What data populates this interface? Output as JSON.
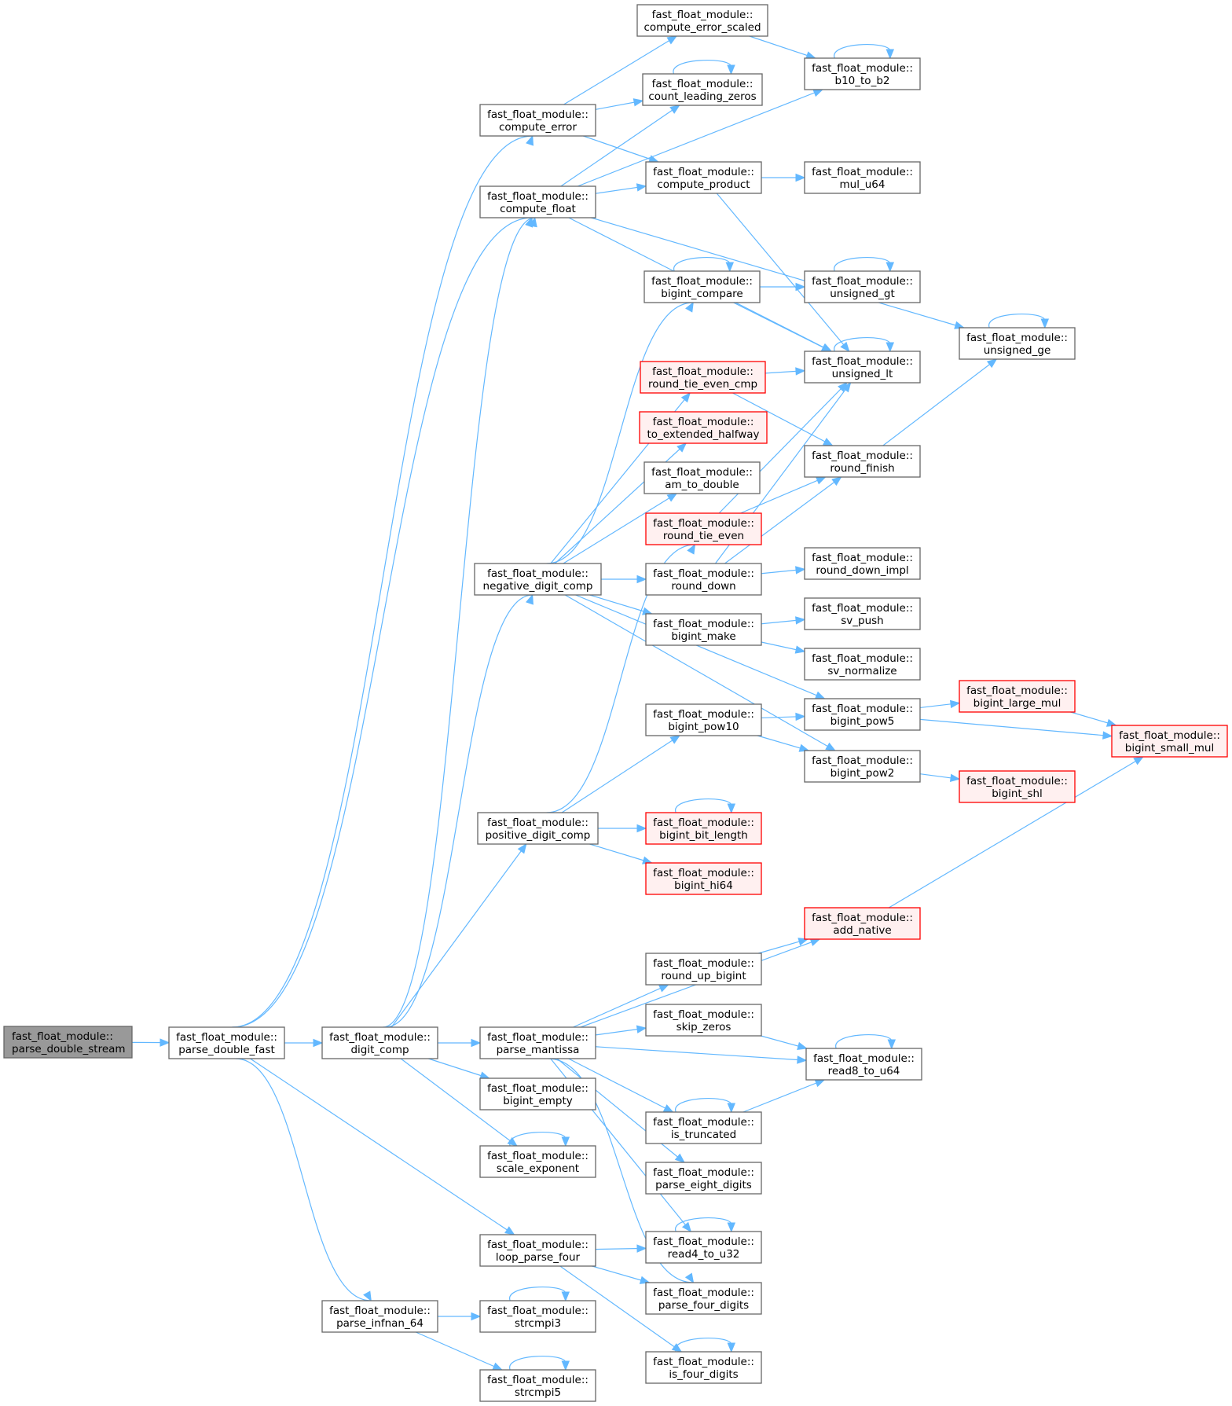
{
  "diagram": {
    "type": "call-graph",
    "colors": {
      "edge": "#63b8ff",
      "normal_fill": "#ffffff",
      "normal_border": "#666666",
      "root_fill": "#999999",
      "root_border": "#666666",
      "truncated_fill": "#fff0f0",
      "truncated_border": "#ff0000"
    },
    "nodes": [
      {
        "id": "parse_double_stream",
        "ns": "fast_float_module::",
        "name": "parse_double_stream",
        "style": "root"
      },
      {
        "id": "parse_double_fast",
        "ns": "fast_float_module::",
        "name": "parse_double_fast",
        "style": "normal"
      },
      {
        "id": "compute_error",
        "ns": "fast_float_module::",
        "name": "compute_error",
        "style": "normal"
      },
      {
        "id": "compute_float",
        "ns": "fast_float_module::",
        "name": "compute_float",
        "style": "normal"
      },
      {
        "id": "digit_comp",
        "ns": "fast_float_module::",
        "name": "digit_comp",
        "style": "normal"
      },
      {
        "id": "loop_parse_four",
        "ns": "fast_float_module::",
        "name": "loop_parse_four",
        "style": "normal"
      },
      {
        "id": "parse_infnan_64",
        "ns": "fast_float_module::",
        "name": "parse_infnan_64",
        "style": "normal"
      },
      {
        "id": "negative_digit_comp",
        "ns": "fast_float_module::",
        "name": "negative_digit_comp",
        "style": "normal"
      },
      {
        "id": "positive_digit_comp",
        "ns": "fast_float_module::",
        "name": "positive_digit_comp",
        "style": "normal"
      },
      {
        "id": "parse_mantissa",
        "ns": "fast_float_module::",
        "name": "parse_mantissa",
        "style": "normal"
      },
      {
        "id": "bigint_empty",
        "ns": "fast_float_module::",
        "name": "bigint_empty",
        "style": "normal"
      },
      {
        "id": "scale_exponent",
        "ns": "fast_float_module::",
        "name": "scale_exponent",
        "style": "normal"
      },
      {
        "id": "strcmpi3",
        "ns": "fast_float_module::",
        "name": "strcmpi3",
        "style": "normal"
      },
      {
        "id": "strcmpi5",
        "ns": "fast_float_module::",
        "name": "strcmpi5",
        "style": "normal"
      },
      {
        "id": "compute_error_scaled",
        "ns": "fast_float_module::",
        "name": "compute_error_scaled",
        "style": "normal"
      },
      {
        "id": "count_leading_zeros",
        "ns": "fast_float_module::",
        "name": "count_leading_zeros",
        "style": "normal"
      },
      {
        "id": "compute_product",
        "ns": "fast_float_module::",
        "name": "compute_product",
        "style": "normal"
      },
      {
        "id": "bigint_compare",
        "ns": "fast_float_module::",
        "name": "bigint_compare",
        "style": "normal"
      },
      {
        "id": "round_tie_even_cmp",
        "ns": "fast_float_module::",
        "name": "round_tie_even_cmp",
        "style": "truncated"
      },
      {
        "id": "to_extended_halfway",
        "ns": "fast_float_module::",
        "name": "to_extended_halfway",
        "style": "truncated"
      },
      {
        "id": "am_to_double",
        "ns": "fast_float_module::",
        "name": "am_to_double",
        "style": "normal"
      },
      {
        "id": "round_tie_even",
        "ns": "fast_float_module::",
        "name": "round_tie_even",
        "style": "truncated"
      },
      {
        "id": "round_down",
        "ns": "fast_float_module::",
        "name": "round_down",
        "style": "normal"
      },
      {
        "id": "bigint_make",
        "ns": "fast_float_module::",
        "name": "bigint_make",
        "style": "normal"
      },
      {
        "id": "bigint_pow10",
        "ns": "fast_float_module::",
        "name": "bigint_pow10",
        "style": "normal"
      },
      {
        "id": "bigint_bit_length",
        "ns": "fast_float_module::",
        "name": "bigint_bit_length",
        "style": "truncated"
      },
      {
        "id": "bigint_hi64",
        "ns": "fast_float_module::",
        "name": "bigint_hi64",
        "style": "truncated"
      },
      {
        "id": "round_up_bigint",
        "ns": "fast_float_module::",
        "name": "round_up_bigint",
        "style": "normal"
      },
      {
        "id": "skip_zeros",
        "ns": "fast_float_module::",
        "name": "skip_zeros",
        "style": "normal"
      },
      {
        "id": "is_truncated",
        "ns": "fast_float_module::",
        "name": "is_truncated",
        "style": "normal"
      },
      {
        "id": "parse_eight_digits",
        "ns": "fast_float_module::",
        "name": "parse_eight_digits",
        "style": "normal"
      },
      {
        "id": "read4_to_u32",
        "ns": "fast_float_module::",
        "name": "read4_to_u32",
        "style": "normal"
      },
      {
        "id": "parse_four_digits",
        "ns": "fast_float_module::",
        "name": "parse_four_digits",
        "style": "normal"
      },
      {
        "id": "is_four_digits",
        "ns": "fast_float_module::",
        "name": "is_four_digits",
        "style": "normal"
      },
      {
        "id": "b10_to_b2",
        "ns": "fast_float_module::",
        "name": "b10_to_b2",
        "style": "normal"
      },
      {
        "id": "mul_u64",
        "ns": "fast_float_module::",
        "name": "mul_u64",
        "style": "normal"
      },
      {
        "id": "unsigned_gt",
        "ns": "fast_float_module::",
        "name": "unsigned_gt",
        "style": "normal"
      },
      {
        "id": "unsigned_lt",
        "ns": "fast_float_module::",
        "name": "unsigned_lt",
        "style": "normal"
      },
      {
        "id": "round_finish",
        "ns": "fast_float_module::",
        "name": "round_finish",
        "style": "normal"
      },
      {
        "id": "round_down_impl",
        "ns": "fast_float_module::",
        "name": "round_down_impl",
        "style": "normal"
      },
      {
        "id": "sv_push",
        "ns": "fast_float_module::",
        "name": "sv_push",
        "style": "normal"
      },
      {
        "id": "sv_normalize",
        "ns": "fast_float_module::",
        "name": "sv_normalize",
        "style": "normal"
      },
      {
        "id": "bigint_pow5",
        "ns": "fast_float_module::",
        "name": "bigint_pow5",
        "style": "normal"
      },
      {
        "id": "bigint_pow2",
        "ns": "fast_float_module::",
        "name": "bigint_pow2",
        "style": "normal"
      },
      {
        "id": "add_native",
        "ns": "fast_float_module::",
        "name": "add_native",
        "style": "truncated"
      },
      {
        "id": "read8_to_u64",
        "ns": "fast_float_module::",
        "name": "read8_to_u64",
        "style": "normal"
      },
      {
        "id": "unsigned_ge",
        "ns": "fast_float_module::",
        "name": "unsigned_ge",
        "style": "normal"
      },
      {
        "id": "bigint_large_mul",
        "ns": "fast_float_module::",
        "name": "bigint_large_mul",
        "style": "truncated"
      },
      {
        "id": "bigint_shl",
        "ns": "fast_float_module::",
        "name": "bigint_shl",
        "style": "truncated"
      },
      {
        "id": "bigint_small_mul",
        "ns": "fast_float_module::",
        "name": "bigint_small_mul",
        "style": "truncated"
      }
    ],
    "edges": [
      [
        "parse_double_stream",
        "parse_double_fast"
      ],
      [
        "parse_double_fast",
        "compute_error"
      ],
      [
        "parse_double_fast",
        "compute_float"
      ],
      [
        "parse_double_fast",
        "digit_comp"
      ],
      [
        "parse_double_fast",
        "loop_parse_four"
      ],
      [
        "parse_double_fast",
        "parse_infnan_64"
      ],
      [
        "compute_error",
        "compute_error_scaled"
      ],
      [
        "compute_error",
        "count_leading_zeros"
      ],
      [
        "compute_error",
        "compute_product"
      ],
      [
        "compute_error_scaled",
        "b10_to_b2"
      ],
      [
        "compute_float",
        "count_leading_zeros"
      ],
      [
        "compute_float",
        "b10_to_b2"
      ],
      [
        "compute_float",
        "compute_product"
      ],
      [
        "compute_float",
        "unsigned_ge"
      ],
      [
        "compute_float",
        "unsigned_lt"
      ],
      [
        "compute_product",
        "mul_u64"
      ],
      [
        "compute_product",
        "unsigned_lt"
      ],
      [
        "digit_comp",
        "compute_float"
      ],
      [
        "digit_comp",
        "negative_digit_comp"
      ],
      [
        "digit_comp",
        "positive_digit_comp"
      ],
      [
        "digit_comp",
        "parse_mantissa"
      ],
      [
        "digit_comp",
        "bigint_empty"
      ],
      [
        "digit_comp",
        "scale_exponent"
      ],
      [
        "negative_digit_comp",
        "bigint_compare"
      ],
      [
        "negative_digit_comp",
        "round_tie_even_cmp"
      ],
      [
        "negative_digit_comp",
        "to_extended_halfway"
      ],
      [
        "negative_digit_comp",
        "am_to_double"
      ],
      [
        "negative_digit_comp",
        "round_down"
      ],
      [
        "negative_digit_comp",
        "bigint_make"
      ],
      [
        "negative_digit_comp",
        "bigint_pow5"
      ],
      [
        "negative_digit_comp",
        "bigint_pow2"
      ],
      [
        "bigint_compare",
        "unsigned_gt"
      ],
      [
        "bigint_compare",
        "unsigned_lt"
      ],
      [
        "round_tie_even_cmp",
        "unsigned_lt"
      ],
      [
        "round_tie_even_cmp",
        "round_finish"
      ],
      [
        "round_tie_even",
        "unsigned_lt"
      ],
      [
        "round_tie_even",
        "round_finish"
      ],
      [
        "round_down",
        "unsigned_lt"
      ],
      [
        "round_down",
        "round_finish"
      ],
      [
        "round_down",
        "round_down_impl"
      ],
      [
        "round_finish",
        "unsigned_ge"
      ],
      [
        "bigint_make",
        "sv_push"
      ],
      [
        "bigint_make",
        "sv_normalize"
      ],
      [
        "positive_digit_comp",
        "round_tie_even"
      ],
      [
        "positive_digit_comp",
        "bigint_pow10"
      ],
      [
        "positive_digit_comp",
        "bigint_bit_length"
      ],
      [
        "positive_digit_comp",
        "bigint_hi64"
      ],
      [
        "bigint_pow10",
        "bigint_pow5"
      ],
      [
        "bigint_pow10",
        "bigint_pow2"
      ],
      [
        "bigint_pow5",
        "bigint_large_mul"
      ],
      [
        "bigint_pow5",
        "bigint_small_mul"
      ],
      [
        "bigint_large_mul",
        "bigint_small_mul"
      ],
      [
        "bigint_pow2",
        "bigint_shl"
      ],
      [
        "add_native",
        "bigint_small_mul"
      ],
      [
        "parse_mantissa",
        "add_native"
      ],
      [
        "parse_mantissa",
        "round_up_bigint"
      ],
      [
        "parse_mantissa",
        "skip_zeros"
      ],
      [
        "parse_mantissa",
        "read8_to_u64"
      ],
      [
        "parse_mantissa",
        "is_truncated"
      ],
      [
        "parse_mantissa",
        "parse_eight_digits"
      ],
      [
        "parse_mantissa",
        "read4_to_u32"
      ],
      [
        "parse_mantissa",
        "parse_four_digits"
      ],
      [
        "round_up_bigint",
        "add_native"
      ],
      [
        "skip_zeros",
        "read8_to_u64"
      ],
      [
        "is_truncated",
        "read8_to_u64"
      ],
      [
        "loop_parse_four",
        "read4_to_u32"
      ],
      [
        "loop_parse_four",
        "parse_four_digits"
      ],
      [
        "loop_parse_four",
        "is_four_digits"
      ],
      [
        "parse_infnan_64",
        "strcmpi3"
      ],
      [
        "parse_infnan_64",
        "strcmpi5"
      ]
    ],
    "self_loops": [
      "count_leading_zeros",
      "b10_to_b2",
      "bigint_compare",
      "unsigned_gt",
      "unsigned_lt",
      "unsigned_ge",
      "bigint_bit_length",
      "read8_to_u64",
      "is_truncated",
      "scale_exponent",
      "read4_to_u32",
      "strcmpi3",
      "strcmpi5",
      "is_four_digits"
    ]
  }
}
